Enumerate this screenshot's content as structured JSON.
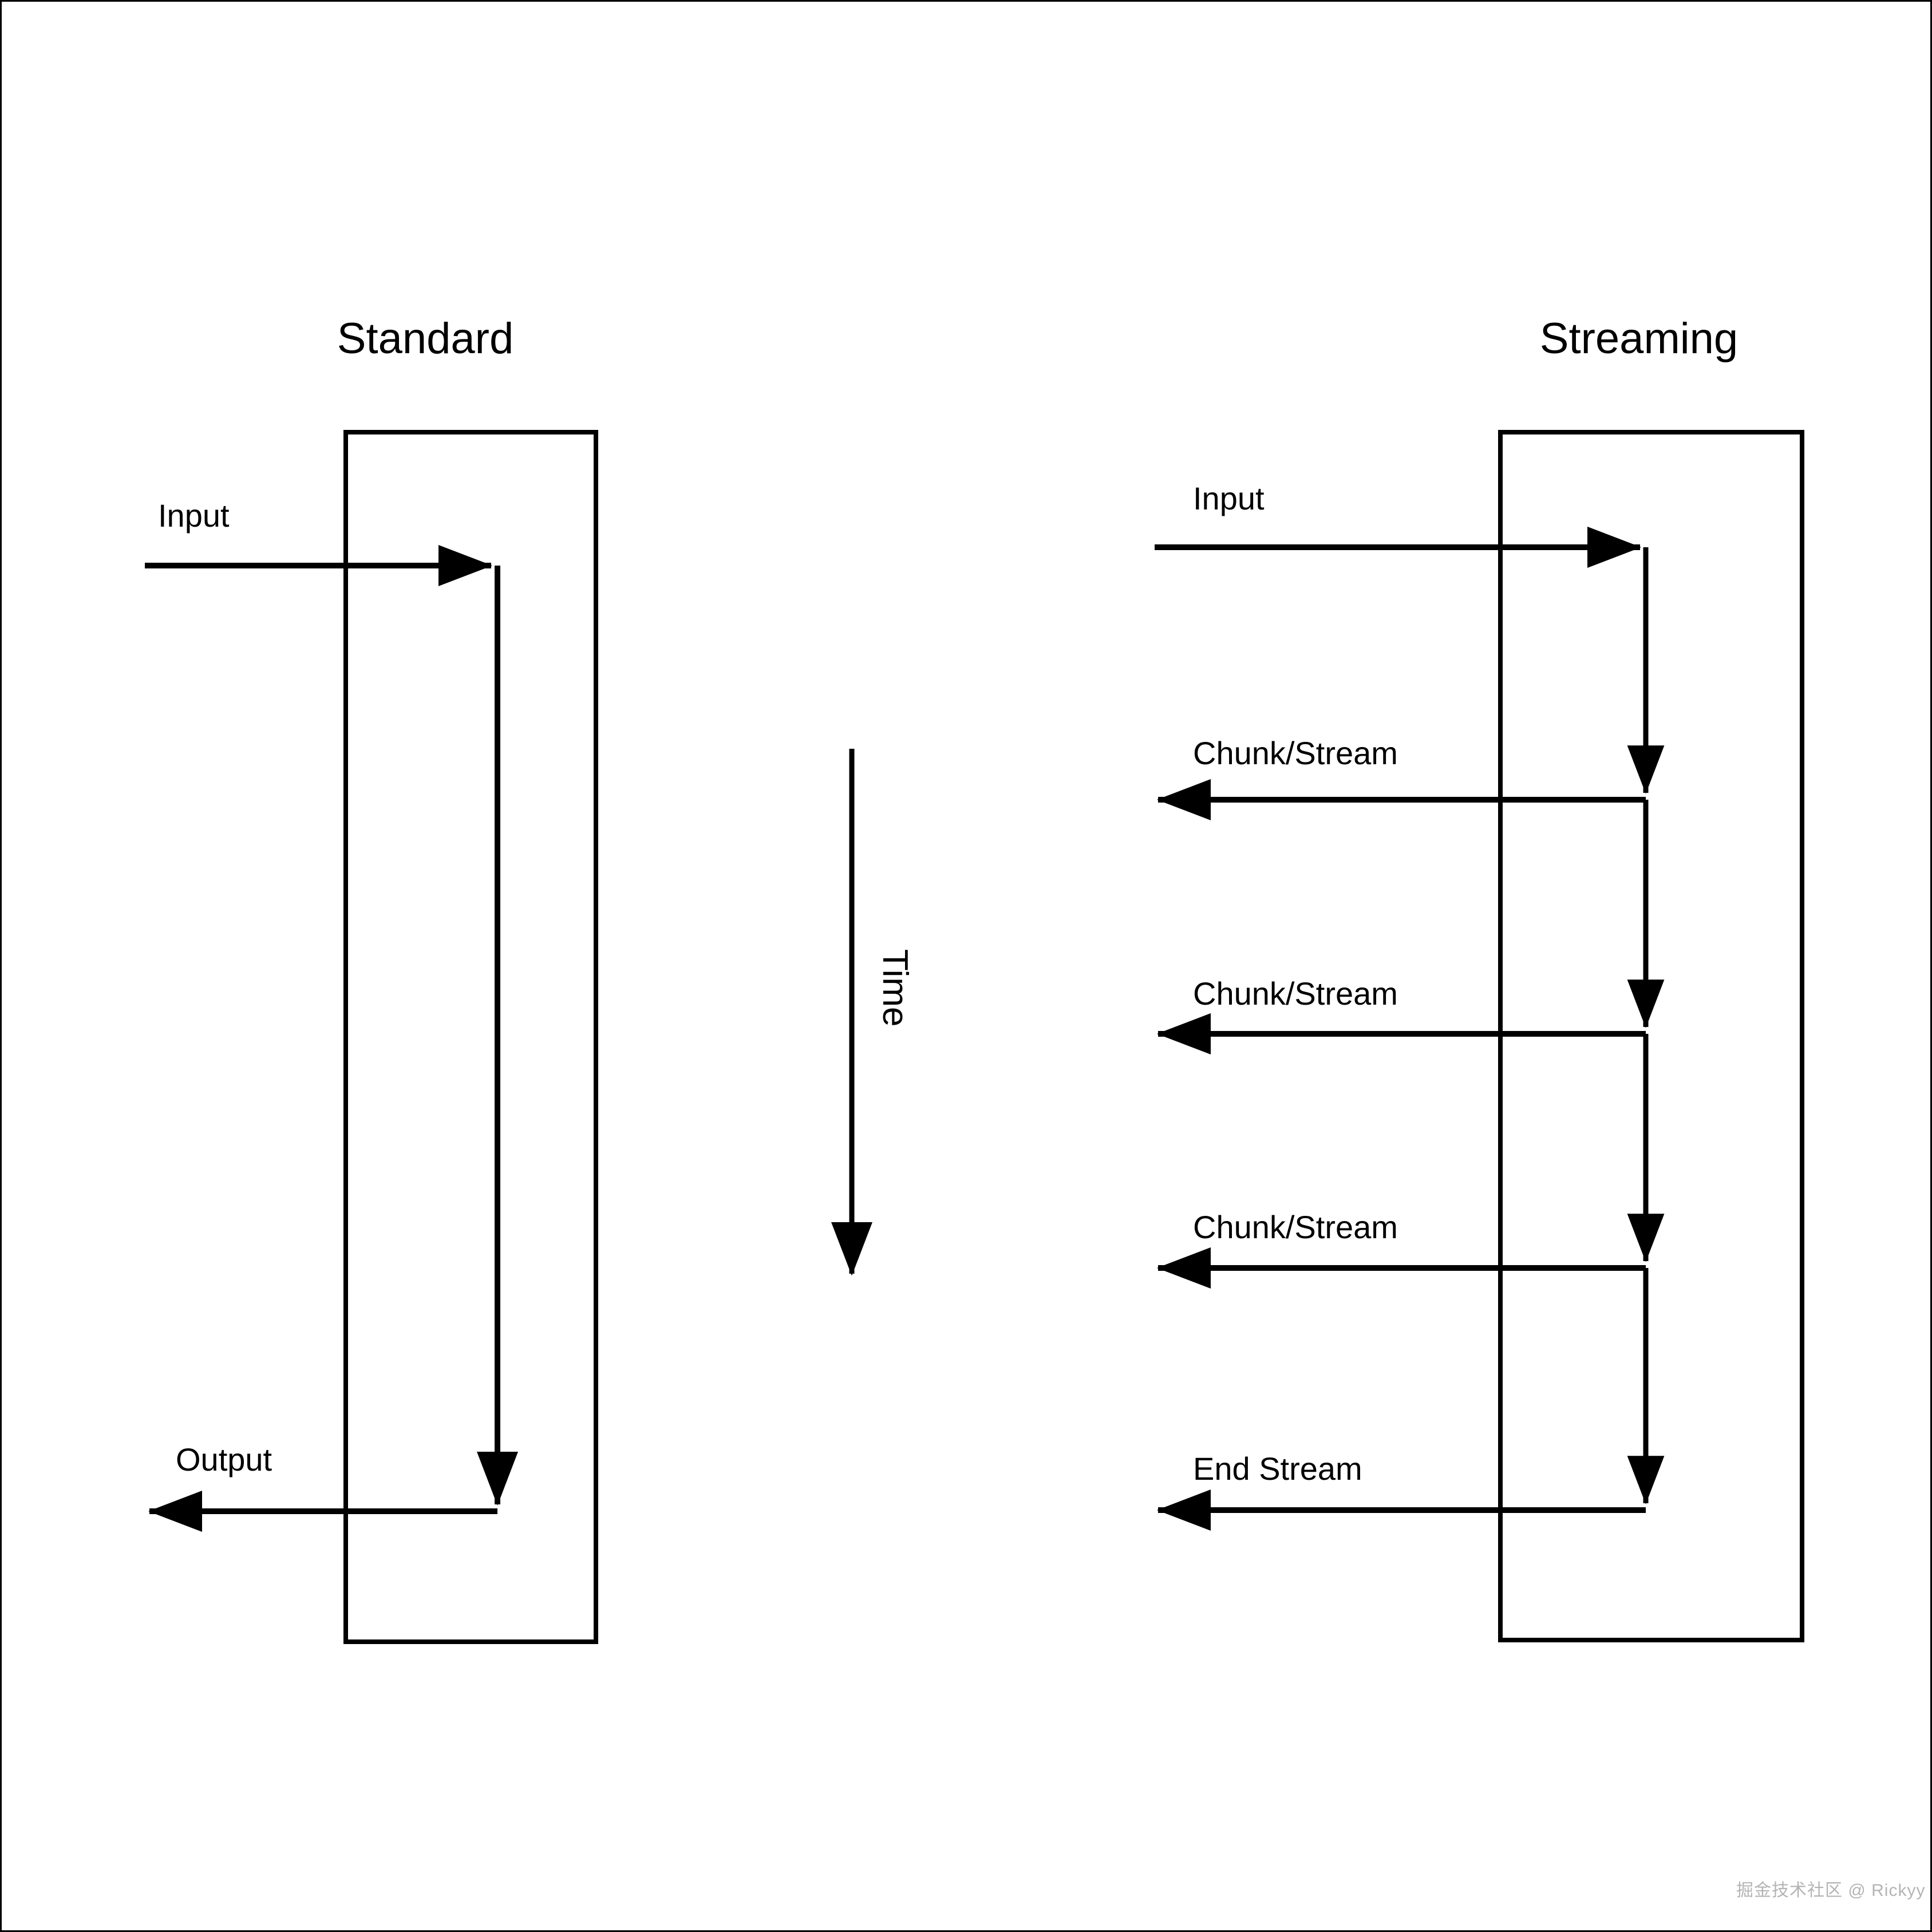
{
  "figure": {
    "kind": "sequence-diagram",
    "background_color": "#ffffff",
    "line_color": "#000000",
    "border_color": "#000000"
  },
  "panels": [
    {
      "id": "standard",
      "title": "Standard",
      "messages": [
        {
          "id": "input",
          "label": "Input",
          "direction": "right"
        },
        {
          "id": "output",
          "label": "Output",
          "direction": "left"
        }
      ]
    },
    {
      "id": "streaming",
      "title": "Streaming",
      "messages": [
        {
          "id": "input",
          "label": "Input",
          "direction": "right"
        },
        {
          "id": "chunk-1",
          "label": "Chunk/Stream",
          "direction": "left"
        },
        {
          "id": "chunk-2",
          "label": "Chunk/Stream",
          "direction": "left"
        },
        {
          "id": "chunk-3",
          "label": "Chunk/Stream",
          "direction": "left"
        },
        {
          "id": "end-stream",
          "label": "End Stream",
          "direction": "left"
        }
      ]
    }
  ],
  "time_axis": {
    "label": "Time",
    "direction": "downward",
    "rotation_degrees": 90
  },
  "watermark": {
    "text": "掘金技术社区 @ Rickyy",
    "color": "#b4b4b4"
  }
}
